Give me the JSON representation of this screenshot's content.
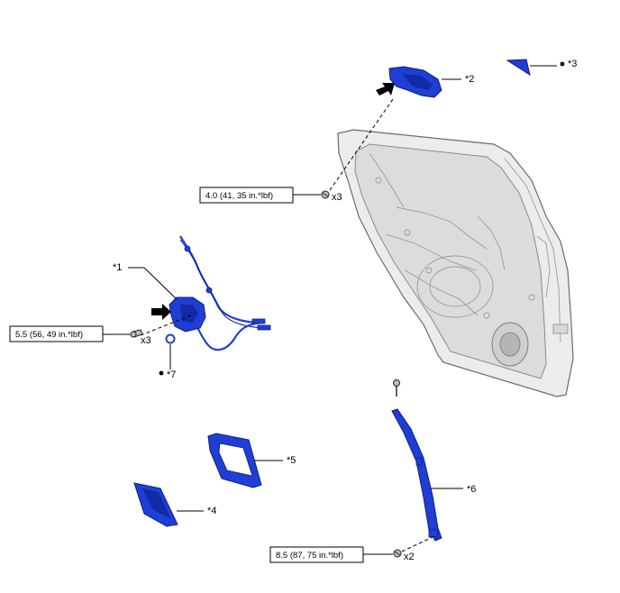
{
  "callouts": {
    "c1": "*1",
    "c2": "*2",
    "c3": "*3",
    "c4": "*4",
    "c5": "*5",
    "c6": "*6",
    "c7": "*7"
  },
  "quantities": {
    "q_door": "x3",
    "q_lock": "x3",
    "q_frame": "x2"
  },
  "torque": {
    "door": "4.0 (41, 35 in.*lbf)",
    "lock": "5.5 (56, 49 in.*lbf)",
    "frame": "8.5 (87, 75 in.*lbf)"
  },
  "colors": {
    "part_highlight": "#1f3fd4",
    "door_panel": "#ececec"
  }
}
